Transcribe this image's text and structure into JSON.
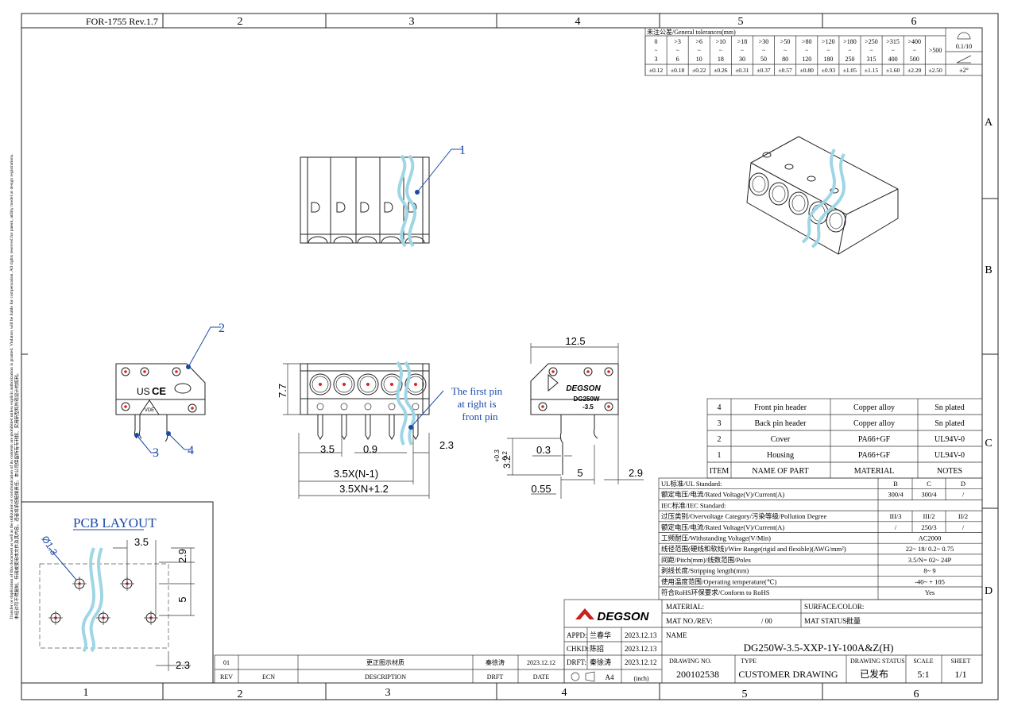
{
  "form_id": "FOR-1755 Rev.1.7",
  "grid": {
    "cols": [
      "1",
      "2",
      "3",
      "4",
      "5",
      "6"
    ],
    "rows": [
      "A",
      "B",
      "C",
      "D"
    ]
  },
  "tolerances": {
    "title": "未注公差/General tolerances(mm)",
    "ranges": [
      {
        "lo": "0",
        "hi": "3",
        "tol": "±0.12"
      },
      {
        "lo": ">3",
        "hi": "6",
        "tol": "±0.18"
      },
      {
        "lo": ">6",
        "hi": "10",
        "tol": "±0.22"
      },
      {
        "lo": ">10",
        "hi": "18",
        "tol": "±0.26"
      },
      {
        "lo": ">18",
        "hi": "30",
        "tol": "±0.31"
      },
      {
        "lo": ">30",
        "hi": "50",
        "tol": "±0.37"
      },
      {
        "lo": ">50",
        "hi": "80",
        "tol": "±0.57"
      },
      {
        "lo": ">80",
        "hi": "120",
        "tol": "±0.80"
      },
      {
        "lo": ">120",
        "hi": "180",
        "tol": "±0.93"
      },
      {
        "lo": ">180",
        "hi": "250",
        "tol": "±1.05"
      },
      {
        "lo": ">250",
        "hi": "315",
        "tol": "±1.15"
      },
      {
        "lo": ">315",
        "hi": "400",
        "tol": "±1.60"
      },
      {
        "lo": ">400",
        "hi": "500",
        "tol": "±2.20"
      }
    ],
    "over_label": ">500",
    "over_tol": "±2.50",
    "tilde": "~",
    "flat_tol": "0.1/10",
    "angle_tol": "±2°"
  },
  "drawing": {
    "callouts": [
      "1",
      "2",
      "3",
      "4"
    ],
    "pin_note": [
      "The first pin",
      "at right is",
      "front pin"
    ],
    "dims": {
      "pitch": "3.5",
      "pin_w": "0.9",
      "offset": "2.3",
      "height": "7.7",
      "row_len": "3.5X(N-1)",
      "total_len": "3.5XN+1.2",
      "depth": "12.5",
      "pin_len": "3.2",
      "pin_tol_up": "+0.3",
      "pin_tol_dn": "-0.2",
      "d03": "0.3",
      "d5": "5",
      "d29": "2.9",
      "d055": "0.55"
    },
    "label_model": "DG250W",
    "label_pitch": "-3.5",
    "label_brand": "DEGSON",
    "cert_us": "US",
    "cert_ce": "CE",
    "cert_vde": "VDE"
  },
  "pcb_layout": {
    "title": "PCB LAYOUT",
    "hole": "Ø1.3",
    "d35": "3.5",
    "d29": "2.9",
    "d5": "5",
    "d23": "2.3"
  },
  "parts": {
    "rows": [
      {
        "item": "4",
        "name": "Front pin header",
        "material": "Copper alloy",
        "notes": "Sn plated"
      },
      {
        "item": "3",
        "name": "Back pin header",
        "material": "Copper alloy",
        "notes": "Sn plated"
      },
      {
        "item": "2",
        "name": "Cover",
        "material": "PA66+GF",
        "notes": "UL94V-0"
      },
      {
        "item": "1",
        "name": "Housing",
        "material": "PA66+GF",
        "notes": "UL94V-0"
      }
    ],
    "header": {
      "item": "ITEM",
      "name": "NAME OF PART",
      "material": "MATERIAL",
      "notes": "NOTES"
    }
  },
  "specs": {
    "ul_label": "UL标准/UL Standard:",
    "ul_cols": [
      "B",
      "C",
      "D"
    ],
    "ul_rated": {
      "label": "额定电压/电流/Rated Voltage(V)/Current(A)",
      "b": "300/4",
      "c": "300/4",
      "d": "/"
    },
    "iec_label": "IEC标准/IEC Standard:",
    "iec_ovc": {
      "label": "过压类别/Overvoltage Category/污染等级/Pollution Degree",
      "b": "III/3",
      "c": "III/2",
      "d": "II/2"
    },
    "iec_rated": {
      "label": "额定电压/电流/Rated Voltage(V)/Current(A)",
      "b": "/",
      "c": "250/3",
      "d": "/"
    },
    "rows": [
      {
        "label": "工频耐压/Withstanding Voltage(V/Min)",
        "value": "AC2000"
      },
      {
        "label": "线径范围(硬线和软线)/Wire Range(rigid and flexible)(AWG/mm²)",
        "value": "22~ 18/ 0.2~ 0.75"
      },
      {
        "label": "间距/Pitch(mm)/线数范围/Poles",
        "value": "3.5/N= 02~ 24P"
      },
      {
        "label": "剥线长度/Stripping length(mm)",
        "value": "8~ 9"
      },
      {
        "label": "使用温度范围/Operating temperature(℃)",
        "value": "-40~ + 105"
      },
      {
        "label": "符合RoHS环保要求/Conform to RoHS",
        "value": "Yes"
      }
    ]
  },
  "title_block": {
    "logo": "DEGSON",
    "material": "MATERIAL:",
    "surface": "SURFACE/COLOR:",
    "mat_no": "MAT NO./REV:",
    "mat_rev": "/ 00",
    "mat_status": "MAT STATUS:",
    "mat_status_value": "批量",
    "appd": "APPD:",
    "appd_name": "兰春华",
    "appd_date": "2023.12.13",
    "chkd": "CHKD:",
    "chkd_name": "陈招",
    "chkd_date": "2023.12.13",
    "drft": "DRFT:",
    "drft_name": "秦徐涛",
    "drft_date": "2023.12.12",
    "name_label": "NAME",
    "name": "DG250W-3.5-XXP-1Y-100A&Z(H)",
    "sheet_size": "A4",
    "unit": "(inch)",
    "drawing_no_label": "DRAWING NO.",
    "drawing_no": "200102538",
    "type_label": "TYPE",
    "type": "CUSTOMER DRAWING",
    "status_label": "DRAWING STATUS",
    "status": "已发布",
    "scale_label": "SCALE",
    "scale": "5:1",
    "sheet_label": "SHEET",
    "sheet": "1/1"
  },
  "revision": {
    "row": {
      "rev": "01",
      "ecn": "",
      "desc": "更正图示材质",
      "drft": "秦徐涛",
      "date": "2023.12.12"
    },
    "header": {
      "rev": "REV",
      "ecn": "ECN",
      "desc": "DESCRIPTION",
      "drft": "DRFT",
      "date": "DATE"
    }
  },
  "side_notes": [
    "Transfer or duplication of this document as well as the utilization or communication of its contents are prohibited unless explicit authorization is granted. Violators will be liable for compensation. All rights reserved for patent, utility model or design registrations.",
    "未经许可不得复制、传阅或使用本文件及其内容，违者将承担赔偿责任。本公司保留所有专利权、实用新型和外观设计的权利。"
  ]
}
